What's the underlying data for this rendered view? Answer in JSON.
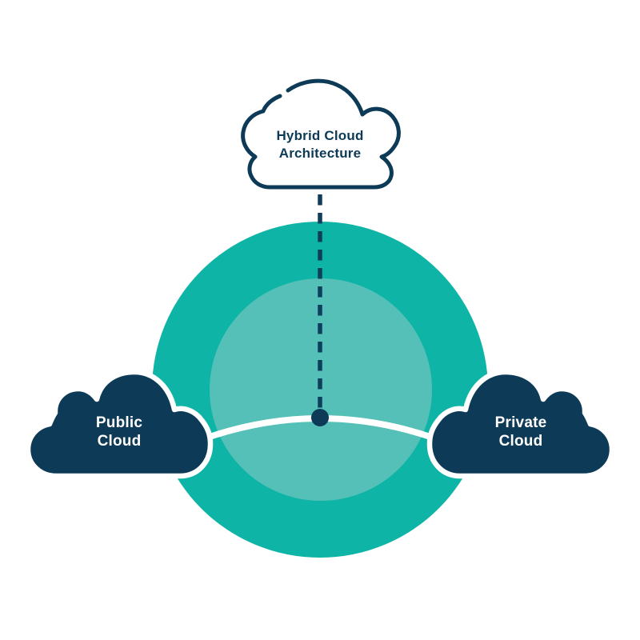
{
  "diagram": {
    "title": "Hybrid Cloud Architecture",
    "nodes": {
      "hybrid": {
        "line1": "Hybrid Cloud",
        "line2": "Architecture"
      },
      "public": {
        "line1": "Public",
        "line2": "Cloud"
      },
      "private": {
        "line1": "Private",
        "line2": "Cloud"
      }
    }
  },
  "colors": {
    "navy": "#0d3a56",
    "teal": "#0eb4a6",
    "teal_light": "#54c0b7",
    "white": "#ffffff"
  }
}
